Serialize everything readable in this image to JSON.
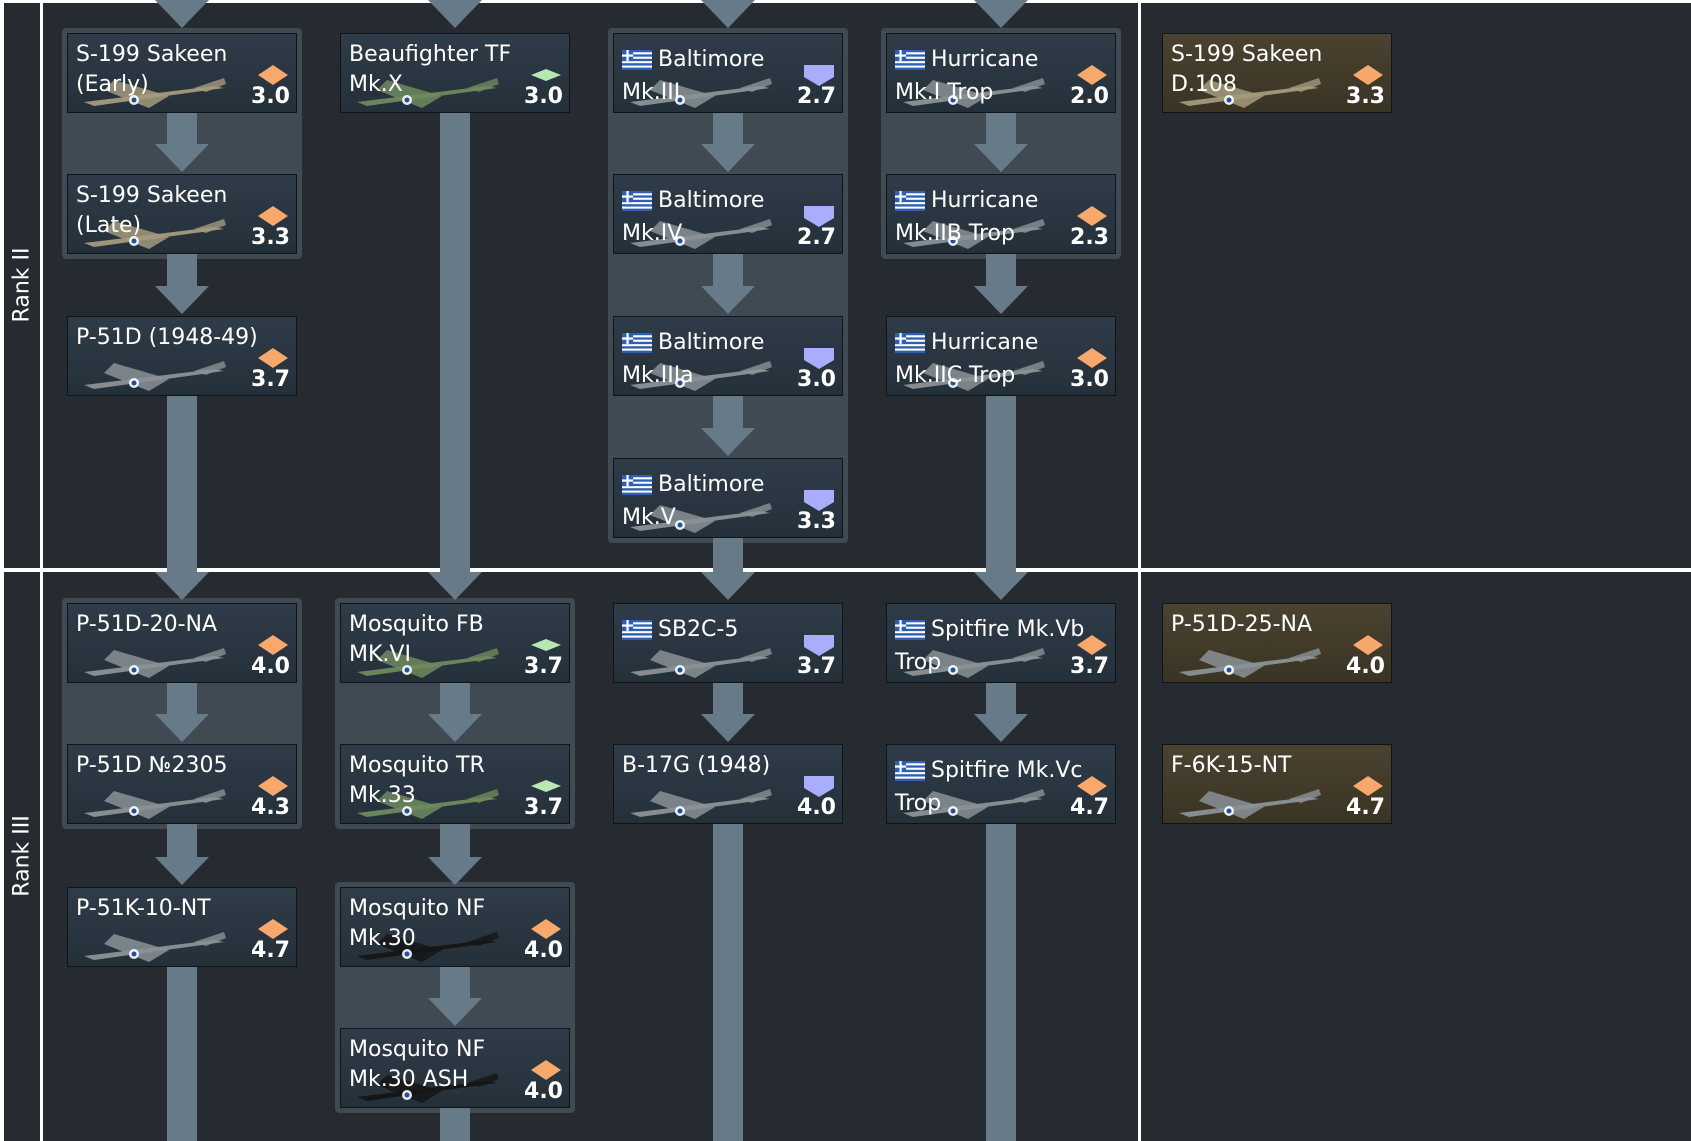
{
  "ranks": [
    {
      "label": "Rank II"
    },
    {
      "label": "Rank III"
    }
  ],
  "icons": {
    "fighter": "fighter-role-icon",
    "strike": "strike-aircraft-role-icon",
    "bomber": "bomber-role-icon",
    "flag": "greece-flag-icon"
  },
  "colors": {
    "fighter": "#f7a86a",
    "strike": "#b6e8b0",
    "bomber": "#a8aefc",
    "premium_card": "#3f3826",
    "connector": "#667a88"
  },
  "vehicles": [
    {
      "name": "S-199 Sakeen (Early)",
      "br": "3.0",
      "role": "fighter",
      "flag": false,
      "premium": false
    },
    {
      "name": "S-199 Sakeen (Late)",
      "br": "3.3",
      "role": "fighter",
      "flag": false,
      "premium": false
    },
    {
      "name": "P-51D (1948-49)",
      "br": "3.7",
      "role": "fighter",
      "flag": false,
      "premium": false
    },
    {
      "name": "Beaufighter TF Mk.X",
      "br": "3.0",
      "role": "strike",
      "flag": false,
      "premium": false
    },
    {
      "name": "Baltimore Mk.III",
      "br": "2.7",
      "role": "bomber",
      "flag": true,
      "premium": false
    },
    {
      "name": "Baltimore Mk.IV",
      "br": "2.7",
      "role": "bomber",
      "flag": true,
      "premium": false
    },
    {
      "name": "Baltimore Mk.IIIa",
      "br": "3.0",
      "role": "bomber",
      "flag": true,
      "premium": false
    },
    {
      "name": "Baltimore Mk.V",
      "br": "3.3",
      "role": "bomber",
      "flag": true,
      "premium": false
    },
    {
      "name": "Hurricane Mk.I Trop",
      "br": "2.0",
      "role": "fighter",
      "flag": true,
      "premium": false
    },
    {
      "name": "Hurricane Mk.IIB Trop",
      "br": "2.3",
      "role": "fighter",
      "flag": true,
      "premium": false
    },
    {
      "name": "Hurricane Mk.IIC Trop",
      "br": "3.0",
      "role": "fighter",
      "flag": true,
      "premium": false
    },
    {
      "name": "S-199 Sakeen D.108",
      "br": "3.3",
      "role": "fighter",
      "flag": false,
      "premium": true
    },
    {
      "name": "P-51D-20-NA",
      "br": "4.0",
      "role": "fighter",
      "flag": false,
      "premium": false
    },
    {
      "name": "P-51D №2305",
      "br": "4.3",
      "role": "fighter",
      "flag": false,
      "premium": false
    },
    {
      "name": "P-51K-10-NT",
      "br": "4.7",
      "role": "fighter",
      "flag": false,
      "premium": false
    },
    {
      "name": "Mosquito FB MK.VI",
      "br": "3.7",
      "role": "strike",
      "flag": false,
      "premium": false
    },
    {
      "name": "Mosquito TR Mk.33",
      "br": "3.7",
      "role": "strike",
      "flag": false,
      "premium": false
    },
    {
      "name": "Mosquito NF Mk.30",
      "br": "4.0",
      "role": "fighter",
      "flag": false,
      "premium": false
    },
    {
      "name": "Mosquito NF Mk.30 ASH",
      "br": "4.0",
      "role": "fighter",
      "flag": false,
      "premium": false
    },
    {
      "name": "SB2C-5",
      "br": "3.7",
      "role": "bomber",
      "flag": true,
      "premium": false
    },
    {
      "name": "B-17G (1948)",
      "br": "4.0",
      "role": "bomber",
      "flag": false,
      "premium": false
    },
    {
      "name": "Spitfire Mk.Vb Trop",
      "br": "3.7",
      "role": "fighter",
      "flag": true,
      "premium": false
    },
    {
      "name": "Spitfire Mk.Vc Trop",
      "br": "4.7",
      "role": "fighter",
      "flag": true,
      "premium": false
    },
    {
      "name": "P-51D-25-NA",
      "br": "4.0",
      "role": "fighter",
      "flag": false,
      "premium": true
    },
    {
      "name": "F-6K-15-NT",
      "br": "4.7",
      "role": "fighter",
      "flag": false,
      "premium": true
    }
  ]
}
